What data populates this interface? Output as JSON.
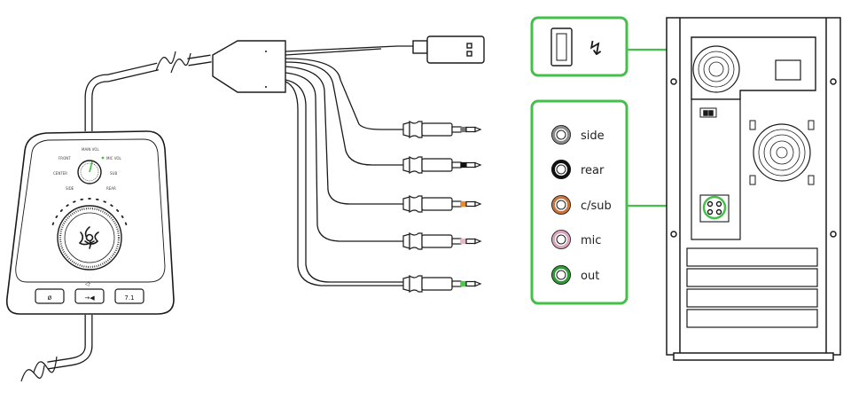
{
  "control_unit": {
    "knob_labels": {
      "main_vol": "MAIN VOL",
      "front": "FRONT",
      "mic_vol": "MIC VOL",
      "center": "CENTER",
      "sub": "SUB",
      "side": "SIDE",
      "rear": "REAR"
    },
    "buttons": {
      "mic": "ø",
      "toggle": "→◀",
      "surround": "7.1"
    },
    "volume_icon": "speaker-icon"
  },
  "usb_panel": {
    "symbol": "↯",
    "accent": "#44c04a"
  },
  "audio_ports": [
    {
      "label": "side",
      "ring_color": "#8a8a8a"
    },
    {
      "label": "rear",
      "ring_color": "#111111"
    },
    {
      "label": "c/sub",
      "ring_color": "#c8743a"
    },
    {
      "label": "mic",
      "ring_color": "#d9a5bd"
    },
    {
      "label": "out",
      "ring_color": "#2f9a35"
    }
  ],
  "jack_tip_colors": [
    "#777777",
    "#111111",
    "#e08a3a",
    "#e7b7c9",
    "#52c450"
  ],
  "colors": {
    "line": "#1a1a1a",
    "accent": "#44c04a"
  }
}
